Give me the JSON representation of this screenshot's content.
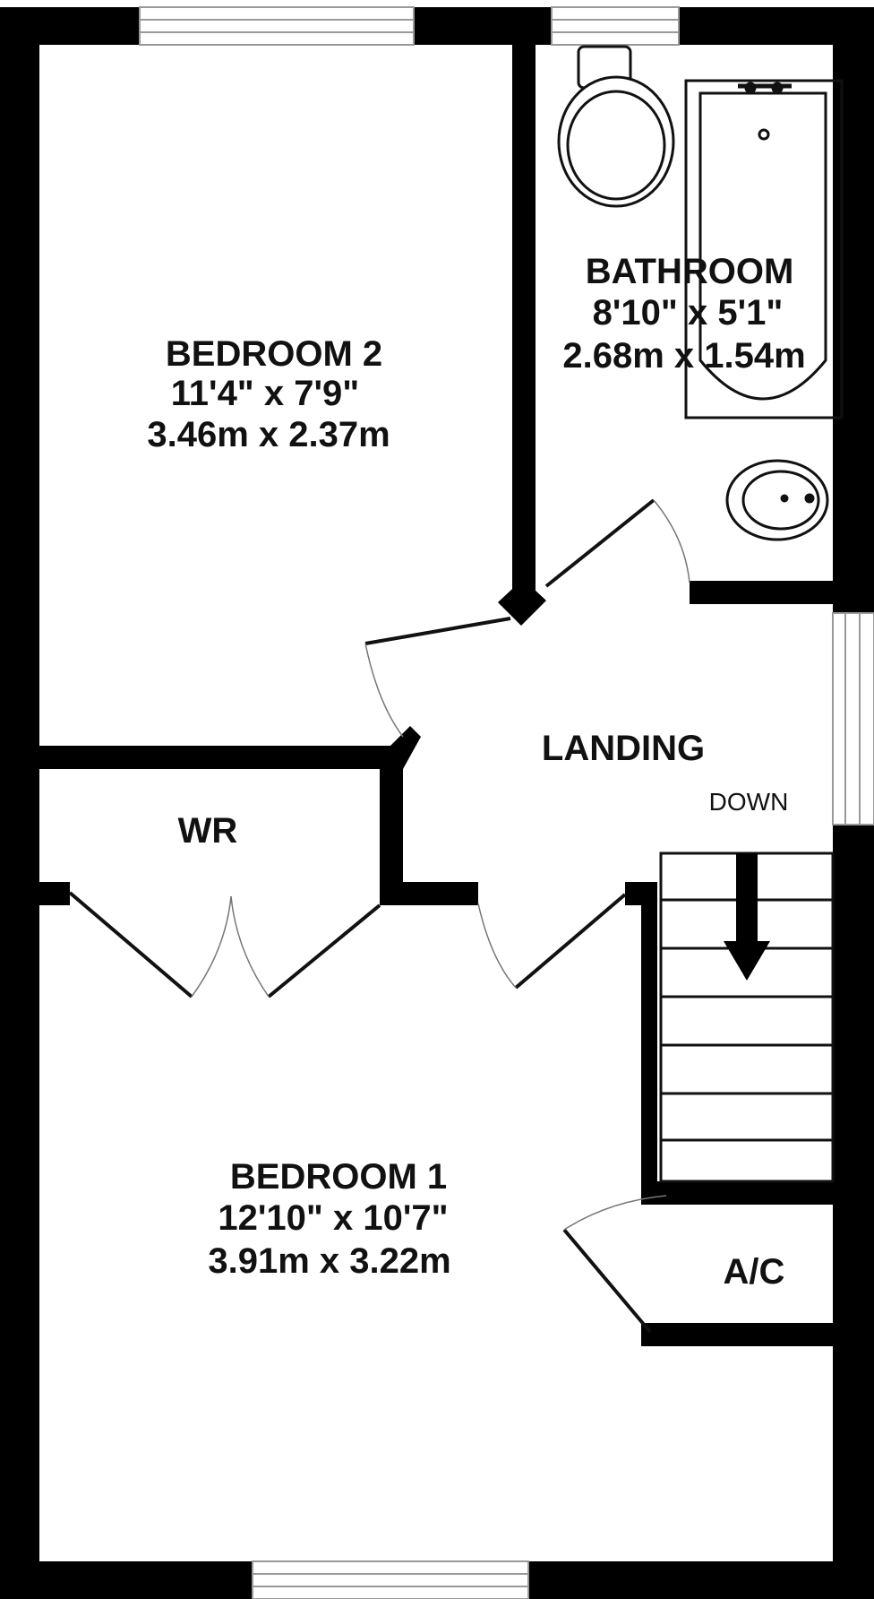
{
  "colors": {
    "wall": "#000000",
    "line": "#111111",
    "window": "#999999",
    "background": "#ffffff"
  },
  "rooms": {
    "bedroom2": {
      "name": "BEDROOM 2",
      "imperial": "11'4\"  x 7'9\"",
      "metric": "3.46m  x 2.37m"
    },
    "bathroom": {
      "name": "BATHROOM",
      "imperial": "8'10\"  x 5'1\"",
      "metric": "2.68m  x 1.54m"
    },
    "landing": {
      "name": "LANDING",
      "note": "DOWN"
    },
    "wr": {
      "name": "WR"
    },
    "bedroom1": {
      "name": "BEDROOM 1",
      "imperial": "12'10\"  x 10'7\"",
      "metric": "3.91m  x 3.22m"
    },
    "ac": {
      "name": "A/C"
    }
  },
  "icons": [
    "toilet-icon",
    "bath-icon",
    "basin-icon",
    "stair-arrow-icon"
  ]
}
